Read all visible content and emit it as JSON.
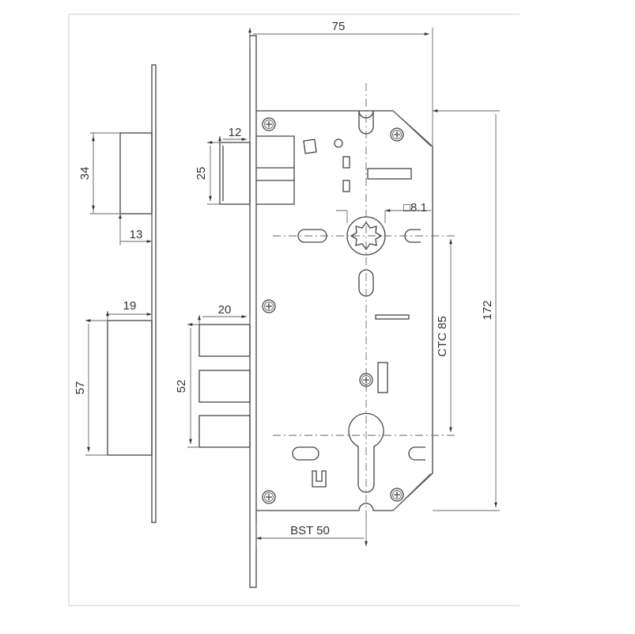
{
  "dimensions": {
    "case_width": "75",
    "latch_projection": "12",
    "latch_height": "25",
    "side_latch_height": "34",
    "side_latch_depth": "13",
    "follower_square": "□8.1",
    "case_height": "172",
    "center_to_center": "CTC 85",
    "side_bolt_depth": "19",
    "side_bolt_height": "57",
    "bolt_projection": "20",
    "bolt_height": "52",
    "backset": "BST 50"
  }
}
